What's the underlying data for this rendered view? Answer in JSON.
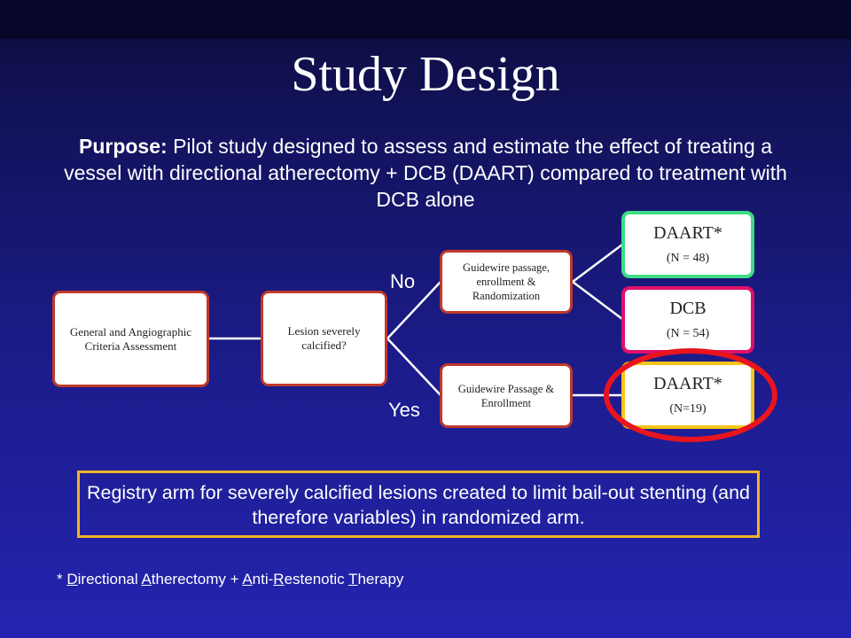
{
  "title": "Study Design",
  "purpose": {
    "label": "Purpose:",
    "text": "Pilot study designed to assess and estimate the effect of treating a vessel with directional atherectomy + DCB (DAART) compared to treatment with DCB alone"
  },
  "flow": {
    "criteria": "General and Angiographic Criteria Assessment",
    "decision": "Lesion severely calcified?",
    "no_label": "No",
    "yes_label": "Yes",
    "randomization": "Guidewire passage, enrollment & Randomization",
    "enrollment": "Guidewire Passage & Enrollment",
    "arm_daart": {
      "name": "DAART*",
      "n": "(N = 48)"
    },
    "arm_dcb": {
      "name": "DCB",
      "n": "(N = 54)"
    },
    "arm_registry": {
      "name": "DAART*",
      "n": "(N=19)"
    }
  },
  "registry_note": "Registry arm for severely calcified lesions created to limit bail-out stenting (and therefore variables) in randomized arm.",
  "footnote": {
    "star": "* ",
    "parts": [
      {
        "initial": "D",
        "rest": "irectional "
      },
      {
        "initial": "A",
        "rest": "therectomy + "
      },
      {
        "initial": "A",
        "rest": "nti-"
      },
      {
        "initial": "R",
        "rest": "estenotic "
      },
      {
        "initial": "T",
        "rest": "herapy"
      }
    ]
  },
  "colors": {
    "box_border": "#c0392b",
    "arm_daart_border": "#3ddc84",
    "arm_dcb_border": "#e0106a",
    "arm_registry_border": "#f5c518",
    "highlight_circle": "#e8141e",
    "registry_frame": "#f0b428"
  }
}
